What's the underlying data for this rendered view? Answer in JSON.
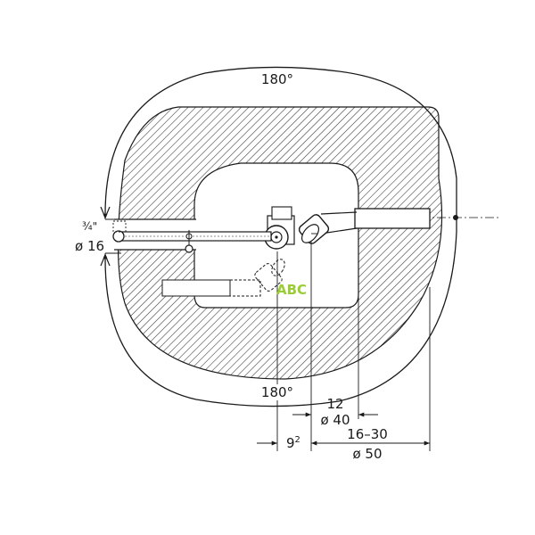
{
  "labels": {
    "angle_top": "180°",
    "angle_bottom": "180°",
    "thread": "¾\"",
    "dia_left": "ø 16",
    "dim_12": "12",
    "dia_40": "ø 40",
    "dim_9": "9",
    "dim_9_sup": "2",
    "dim_16_30": "16–30",
    "dia_50": "ø 50",
    "watermark": "ABC"
  },
  "colors": {
    "stroke": "#1a1a1a",
    "hatch": "#333333",
    "watermark": "#9acd32"
  }
}
